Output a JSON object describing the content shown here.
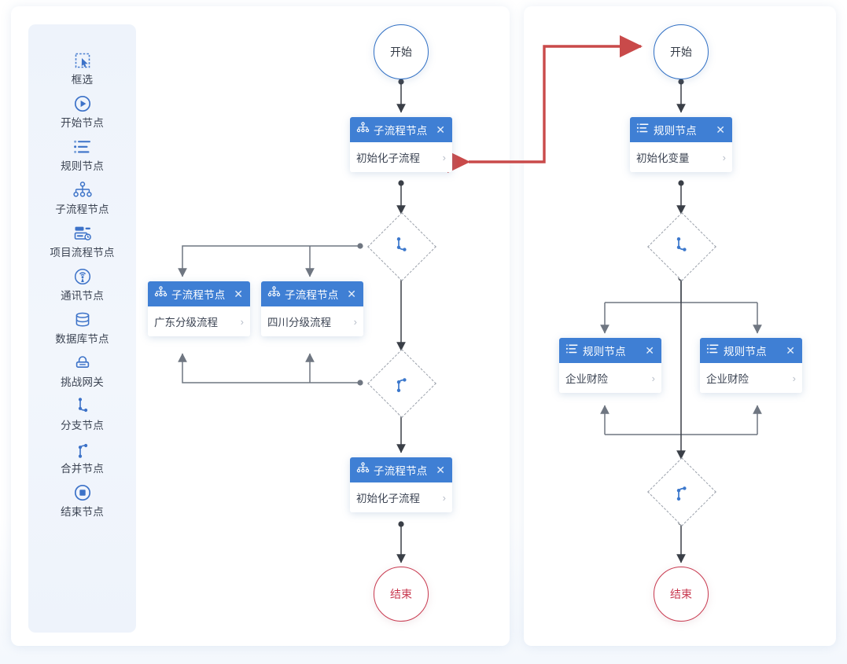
{
  "colors": {
    "node_header": "#3f7fd4",
    "accent_blue": "#2f6fc4",
    "end_red": "#c8394f",
    "link_red": "#c94a4a",
    "wire_gray": "#6f7681",
    "panel_bg": "#ffffff",
    "sidebar_bg": "#eef3fb"
  },
  "sidebar": {
    "items": [
      {
        "icon": "box-select-icon",
        "label": "框选"
      },
      {
        "icon": "start-node-icon",
        "label": "开始节点"
      },
      {
        "icon": "rule-node-icon",
        "label": "规则节点"
      },
      {
        "icon": "subprocess-node-icon",
        "label": "子流程节点"
      },
      {
        "icon": "project-flow-icon",
        "label": "项目流程节点"
      },
      {
        "icon": "comm-node-icon",
        "label": "通讯节点"
      },
      {
        "icon": "database-node-icon",
        "label": "数据库节点"
      },
      {
        "icon": "gateway-lock-icon",
        "label": "挑战网关"
      },
      {
        "icon": "branch-node-icon",
        "label": "分支节点"
      },
      {
        "icon": "merge-node-icon",
        "label": "合并节点"
      },
      {
        "icon": "end-node-icon",
        "label": "结束节点"
      }
    ]
  },
  "left_flow": {
    "start": {
      "label": "开始"
    },
    "end": {
      "label": "结束"
    },
    "nodes": [
      {
        "id": "l-sub-init",
        "header": "子流程节点",
        "body": "初始化子流程",
        "close": "✕",
        "chevron": "›"
      },
      {
        "id": "l-sub-gd",
        "header": "子流程节点",
        "body": "广东分级流程",
        "close": "✕",
        "chevron": "›"
      },
      {
        "id": "l-sub-sc",
        "header": "子流程节点",
        "body": "四川分级流程",
        "close": "✕",
        "chevron": "›"
      },
      {
        "id": "l-sub-init2",
        "header": "子流程节点",
        "body": "初始化子流程",
        "close": "✕",
        "chevron": "›"
      }
    ],
    "gateways": [
      {
        "id": "l-branch",
        "icon": "branch-gateway-icon"
      },
      {
        "id": "l-merge",
        "icon": "merge-gateway-icon"
      }
    ]
  },
  "right_flow": {
    "start": {
      "label": "开始"
    },
    "end": {
      "label": "结束"
    },
    "nodes": [
      {
        "id": "r-rule-init",
        "header": "规则节点",
        "body": "初始化变量",
        "close": "✕",
        "chevron": "›"
      },
      {
        "id": "r-rule-a",
        "header": "规则节点",
        "body": "企业财险",
        "close": "✕",
        "chevron": "›"
      },
      {
        "id": "r-rule-b",
        "header": "规则节点",
        "body": "企业财险",
        "close": "✕",
        "chevron": "›"
      }
    ],
    "gateways": [
      {
        "id": "r-branch",
        "icon": "branch-gateway-icon"
      },
      {
        "id": "r-merge",
        "icon": "merge-gateway-icon"
      }
    ]
  },
  "cross_link": {
    "name": "subprocess-to-start-link",
    "color": "#c94a4a",
    "from": "初始化子流程",
    "to": "开始"
  }
}
